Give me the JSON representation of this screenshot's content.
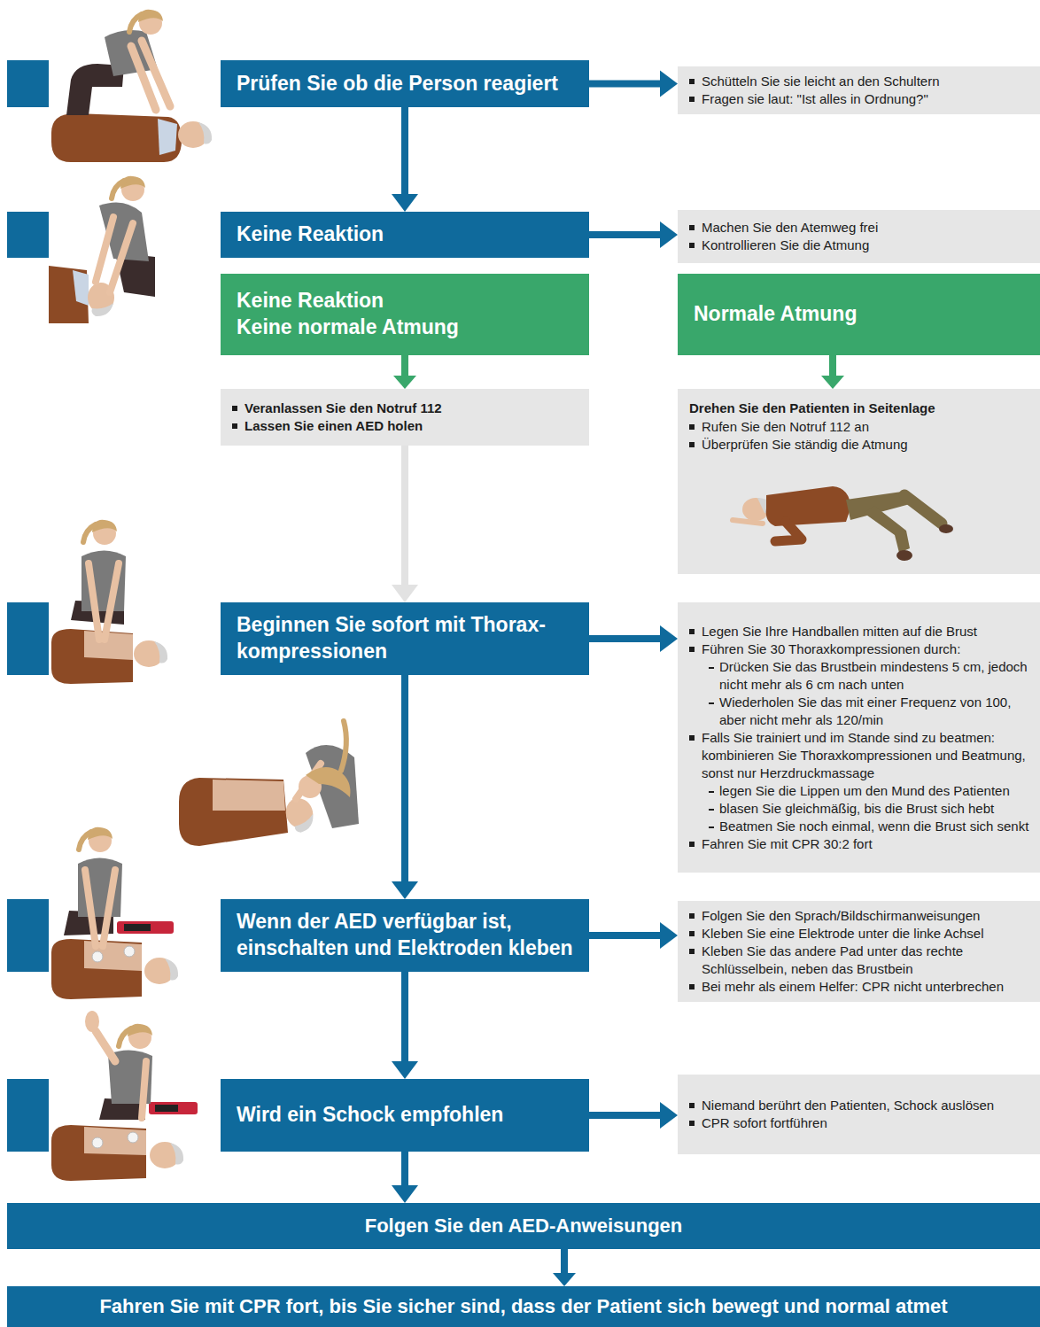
{
  "diagram": {
    "nodes": [
      {
        "text": [
          "Prüfen Sie ob die Person reagiert"
        ]
      },
      {
        "text": [
          "Schütteln Sie sie leicht an den Schultern",
          "Fragen sie laut: \"Ist alles in Ordnung?\""
        ]
      },
      {
        "text": [
          "Keine Reaktion"
        ]
      },
      {
        "text": [
          "Machen Sie den Atemweg frei",
          "Kontrollieren Sie die Atmung"
        ]
      },
      {
        "text": [
          "Keine Reaktion",
          "Keine normale Atmung"
        ]
      },
      {
        "text": [
          "Normale Atmung"
        ]
      },
      {
        "text": [
          "Veranlassen Sie den Notruf 112",
          "Lassen Sie einen AED holen"
        ]
      },
      {
        "text": [
          "Drehen Sie den Patienten in Seitenlage",
          "Rufen Sie den Notruf 112 an",
          "Überprüfen Sie ständig die Atmung"
        ]
      },
      {
        "text": [
          "Beginnen Sie sofort mit Thorax-kompressionen"
        ]
      },
      {
        "text": [
          "Legen Sie Ihre Handballen mitten auf die Brust",
          "Führen Sie 30 Thoraxkompressionen durch:",
          "Drücken Sie das Brustbein mindestens 5 cm, jedoch nicht mehr als 6 cm nach unten",
          "Wiederholen Sie das mit einer Frequenz von 100, aber nicht mehr als 120/min",
          "Falls Sie trainiert und im Stande sind zu beatmen: kombinieren Sie Thoraxkompressionen und Beatmung, sonst nur Herzdruckmassage",
          "legen Sie die Lippen um den Mund des Patienten",
          "blasen Sie gleichmäßig, bis die Brust sich hebt",
          "Beatmen Sie noch einmal, wenn die Brust sich senkt",
          "Fahren Sie mit CPR 30:2 fort"
        ]
      },
      {
        "text": [
          "Wenn der AED verfügbar ist, einschalten und Elektroden kleben"
        ]
      },
      {
        "text": [
          "Folgen Sie den Sprach/Bildschirmanweisungen",
          "Kleben Sie eine Elektrode unter die linke Achsel",
          "Kleben Sie das andere Pad unter das rechte Schlüsselbein, neben das Brustbein",
          "Bei mehr als einem Helfer: CPR nicht unterbrechen"
        ]
      },
      {
        "text": [
          "Wird ein Schock empfohlen"
        ]
      },
      {
        "text": [
          "Niemand berührt den Patienten, Schock auslösen",
          "CPR sofort fortführen"
        ]
      },
      {
        "text": [
          "Folgen Sie den AED-Anweisungen"
        ]
      },
      {
        "text": [
          "Fahren Sie mit CPR fort, bis Sie sicher sind, dass der Patient sich bewegt und normal atmet"
        ]
      }
    ],
    "edges": [
      {
        "from": 0,
        "to": 1,
        "arrow": "to"
      },
      {
        "from": 0,
        "to": 2,
        "arrow": "to"
      },
      {
        "from": 2,
        "to": 3,
        "arrow": "to"
      },
      {
        "from": 4,
        "to": 6,
        "arrow": "to"
      },
      {
        "from": 5,
        "to": 7,
        "arrow": "to"
      },
      {
        "from": 6,
        "to": 8,
        "arrow": "to"
      },
      {
        "from": 8,
        "to": 9,
        "arrow": "to"
      },
      {
        "from": 8,
        "to": 10,
        "arrow": "to"
      },
      {
        "from": 10,
        "to": 11,
        "arrow": "to"
      },
      {
        "from": 10,
        "to": 12,
        "arrow": "to"
      },
      {
        "from": 12,
        "to": 13,
        "arrow": "to"
      },
      {
        "from": 12,
        "to": 14,
        "arrow": "to"
      },
      {
        "from": 14,
        "to": 15,
        "arrow": "to"
      }
    ]
  }
}
